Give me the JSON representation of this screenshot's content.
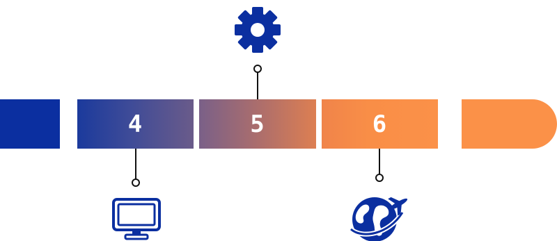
{
  "timeline": {
    "steps": [
      {
        "number": "4",
        "icon": "monitor-icon",
        "connector": "below"
      },
      {
        "number": "5",
        "icon": "gear-icon",
        "connector": "above"
      },
      {
        "number": "6",
        "icon": "globe-airplane-icon",
        "connector": "below"
      }
    ]
  },
  "colors": {
    "blue": "#0b2fa0",
    "orange": "#fb9148",
    "connector": "#111111",
    "number_text": "#ffffff"
  }
}
